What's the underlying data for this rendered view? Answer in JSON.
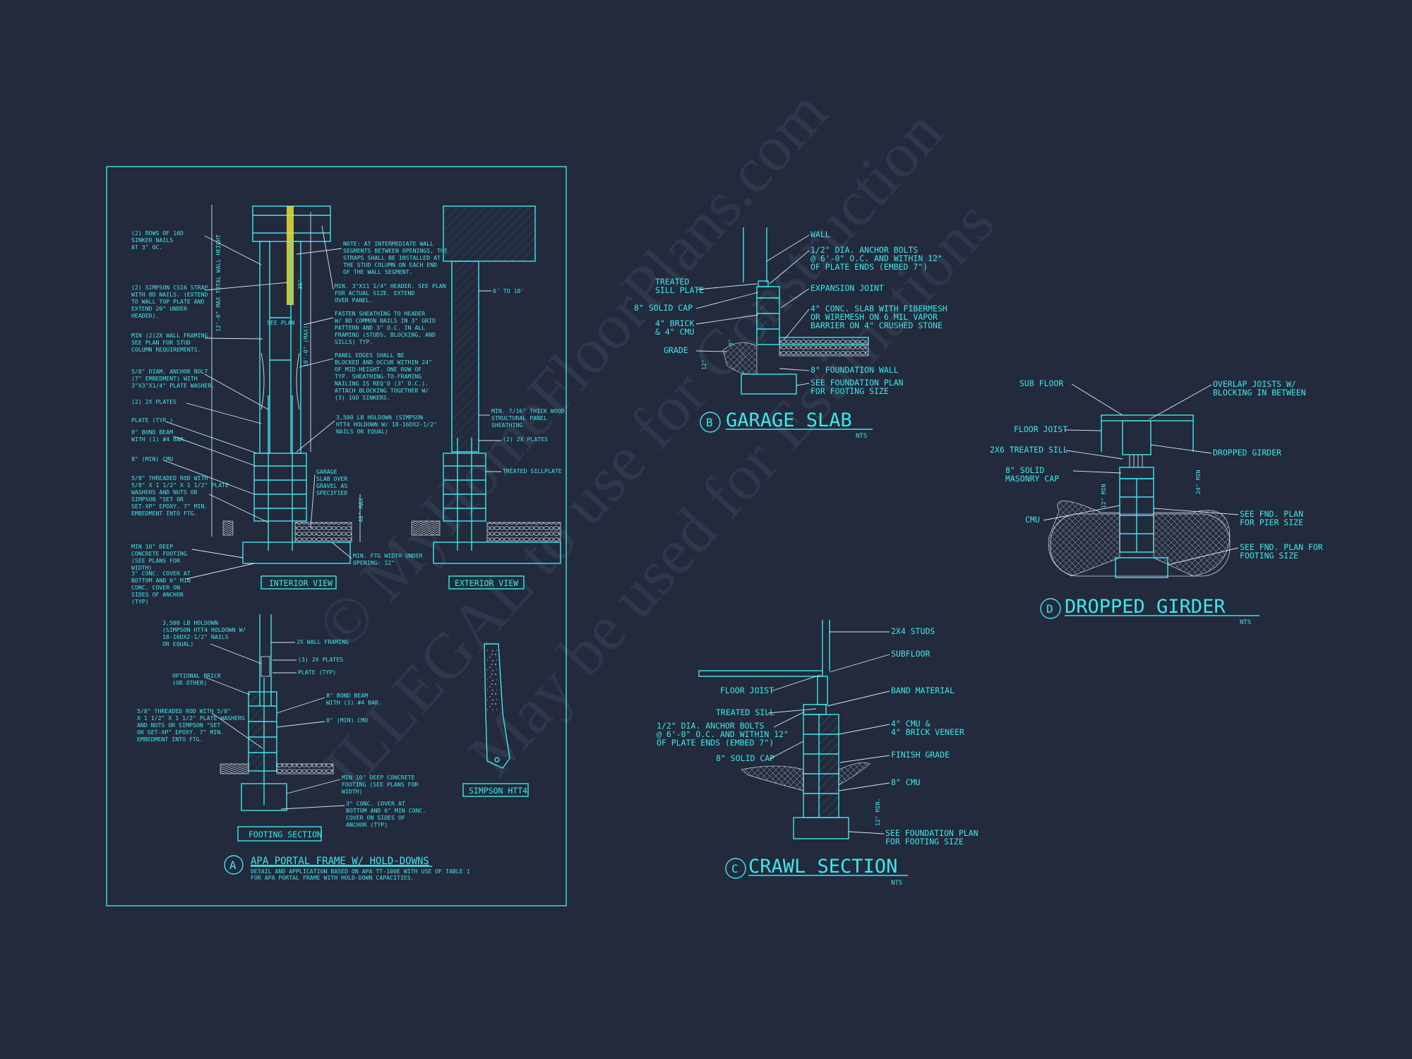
{
  "watermark": {
    "line1": "© MyHomeFloorPlans.com",
    "line2": "ILLEGAL to use for Construction",
    "line3": "May be used for Estimations"
  },
  "detail_a": {
    "letter": "A",
    "title": "APA PORTAL FRAME W/ HOLD-DOWNS",
    "note1": "DETAIL AND APPLICATION BASED ON APA TT-100E WITH USE OF TABLE 1",
    "note2": "FOR APA PORTAL FRAME WITH HOLD-DOWN CAPACITIES.",
    "interior_view": "INTERIOR VIEW",
    "exterior_view": "EXTERIOR VIEW",
    "footing_section": "FOOTING SECTION",
    "simpson": "SIMPSON HTT4",
    "labels_left": [
      [
        "(2) ROWS OF 16d",
        "SINKER NAILS",
        "AT 3\" OC."
      ],
      [
        "(2) SIMPSON CS16 STRAP",
        "WITH 8d NAILS. (EXTEND",
        "TO WALL TOP PLATE AND",
        "EXTEND 20\" UNDER",
        "HEADER)."
      ],
      [
        "MIN (2)2X WALL FRAMING.",
        "SEE PLAN FOR STUD",
        "COLUMN REQUIREMENTS."
      ],
      [
        "5/8\" DIAM. ANCHOR BOLT",
        "(7\" EMBEDMENT) WITH",
        "3\"x3\"x1/4\" PLATE WASHER."
      ],
      [
        "(2) 2x PLATES"
      ],
      [
        "PLATE (TYP.)"
      ],
      [
        "8\" BOND BEAM",
        "WITH (1) #4 BAR."
      ],
      [
        "8\" (MIN) CMU"
      ],
      [
        "5/8\" THREADED ROD WITH",
        "5/8\" x 1 1/2\" x 1 1/2\" PLATE",
        "WASHERS AND NUTS OR",
        "SIMPSON \"SET OR",
        "SET-XP\" EPOXY. 7\" MIN.",
        "EMBEDMENT INTO FTG."
      ],
      [
        "MIN 10\" DEEP",
        "CONCRETE FOOTING",
        "(SEE PLANS FOR",
        "WIDTH)"
      ],
      [
        "3\" CONC. COVER AT",
        "BOTTOM AND 6\" MIN",
        "CONC. COVER ON",
        "SIDES OF ANCHOR",
        "(TYP)"
      ]
    ],
    "labels_mid": [
      [
        "NOTE: AT INTERMEDIATE WALL",
        "SEGMENTS BETWEEN OPENINGS, THE",
        "STRAPS SHALL BE INSTALLED AT",
        "THE STUD COLUMN ON EACH END",
        "OF THE WALL SEGMENT."
      ],
      [
        "MIN. 3\"x11 1/4\" HEADER. SEE PLAN",
        "FOR ACTUAL SIZE. EXTEND",
        "OVER PANEL."
      ],
      [
        "FASTEN SHEATHING TO HEADER",
        "W/ 8d COMMON NAILS IN 3\" GRID",
        "PATTERN AND 3\" O.C. IN ALL",
        "FRAMING (STUDS, BLOCKING, AND",
        "SILLS) TYP."
      ],
      [
        "PANEL EDGES SHALL BE",
        "BLOCKED AND OCCUR WITHIN 24\"",
        "OF MID-HEIGHT. ONE ROW OF",
        "TYP. SHEATHING-TO-FRAMING",
        "NAILING IS REQ'D (3\" O.C.).",
        "ATTACH BLOCKING TOGETHER W/",
        "(3) 16d SINKERS."
      ],
      [
        "3,500 LB HOLDOWN (SIMPSON",
        "HTT4 HOLDOWN W/ 18-16dx2-1/2\"",
        "NAILS OR EQUAL)"
      ],
      [
        "GARAGE",
        "SLAB OVER",
        "GRAVEL AS",
        "SPECIFIED"
      ],
      [
        "MIN. FTG WIDTH UNDER",
        "OPENING: 12\""
      ]
    ],
    "labels_ext": [
      [
        "6' TO 18'"
      ],
      [
        "MIN. 7/16\" THICK WOOD",
        "STRUCTURAL PANEL",
        "SHEATHING"
      ],
      [
        "(2) 2x PLATES"
      ],
      [
        "TREATED SILLPLATE"
      ]
    ],
    "dims": [
      "12'-0\" MAX TOTAL WALL HEIGHT",
      "10'-0\" (MAX)",
      "SEE PLAN",
      "48\" MAX",
      "36\""
    ],
    "footing_labels": [
      [
        "3,500 LB HOLDOWN",
        "(SIMPSON HTT4 HOLDOWN W/",
        "18-16dx2-1/2\" NAILS",
        "OR EQUAL)"
      ],
      [
        "2X WALL FRAMING"
      ],
      [
        "(3) 2x PLATES"
      ],
      [
        "PLATE (TYP)"
      ],
      [
        "OPTIONAL BRICK",
        "(OR OTHER)"
      ],
      [
        "8\" BOND BEAM",
        "WITH (1) #4 BAR."
      ],
      [
        "8\" (MIN) CMU"
      ],
      [
        "5/8\" THREADED ROD WITH 5/8\"",
        "x 1 1/2\" x 1 1/2\" PLATE WASHERS",
        "AND NUTS OR SIMPSON \"SET",
        "OR SET-XP\" EPOXY. 7\" MIN.",
        "EMBEDMENT INTO FTG."
      ],
      [
        "MIN 10\" DEEP CONCRETE",
        "FOOTING (SEE PLANS FOR",
        "WIDTH)"
      ],
      [
        "3\" CONC. COVER AT",
        "BOTTOM AND 6\" MIN CONC.",
        "COVER ON SIDES OF",
        "ANCHOR (TYP)"
      ]
    ]
  },
  "detail_b": {
    "letter": "B",
    "title": "GARAGE SLAB",
    "scale": "NTS",
    "labels_left": [
      [
        "TREATED",
        "SILL PLATE"
      ],
      [
        "8\" SOLID CAP"
      ],
      [
        "4\" BRICK",
        "& 4\" CMU"
      ],
      [
        "GRADE"
      ]
    ],
    "labels_right": [
      [
        "WALL"
      ],
      [
        "1/2\" DIA. ANCHOR BOLTS",
        "@ 6'-0\" O.C. AND WITHIN 12\"",
        "OF PLATE ENDS (EMBED 7\")"
      ],
      [
        "EXPANSION JOINT"
      ],
      [
        "4\" CONC. SLAB WITH FIBERMESH",
        "OR WIREMESH ON 6 MIL VAPOR",
        "BARRIER ON 4\" CRUSHED STONE"
      ],
      [
        "8\" FOUNDATION WALL"
      ],
      [
        "SEE FOUNDATION PLAN",
        "FOR FOOTING SIZE"
      ]
    ],
    "dims": [
      "8\"",
      "12\""
    ]
  },
  "detail_c": {
    "letter": "C",
    "title": "CRAWL SECTION",
    "scale": "NTS",
    "labels_left": [
      [
        "FLOOR JOIST"
      ],
      [
        "TREATED SILL"
      ],
      [
        "1/2\" DIA. ANCHOR BOLTS",
        "@ 6'-0\" O.C. AND WITHIN 12\"",
        "OF PLATE ENDS (EMBED 7\")"
      ],
      [
        "8\" SOLID CAP"
      ]
    ],
    "labels_right": [
      [
        "2x4 STUDS"
      ],
      [
        "SUBFLOOR"
      ],
      [
        "BAND MATERIAL"
      ],
      [
        "4\" CMU &",
        "4\" BRICK VENEER"
      ],
      [
        "FINISH GRADE"
      ],
      [
        "8\" CMU"
      ],
      [
        "SEE FOUNDATION PLAN",
        "FOR FOOTING SIZE"
      ]
    ],
    "dims": [
      "12\" MIN."
    ]
  },
  "detail_d": {
    "letter": "D",
    "title": "DROPPED GIRDER",
    "scale": "NTS",
    "labels_left": [
      [
        "SUB FLOOR"
      ],
      [
        "FLOOR JOIST"
      ],
      [
        "2x6 TREATED SILL"
      ],
      [
        "8\" SOLID",
        "MASONRY CAP"
      ],
      [
        "CMU"
      ]
    ],
    "labels_right": [
      [
        "OVERLAP JOISTS W/",
        "BLOCKING IN BETWEEN"
      ],
      [
        "DROPPED GIRDER"
      ],
      [
        "SEE FND. PLAN",
        "FOR PIER SIZE"
      ],
      [
        "SEE FND. PLAN FOR",
        "FOOTING SIZE"
      ]
    ],
    "dims": [
      "12\" MIN",
      "24\" MIN"
    ]
  },
  "colors": {
    "background": "#222a3b",
    "linework": "#3fe6ee",
    "leader": "#cfe9f2",
    "highlight": "#e8e03a",
    "hatch": "#a9b3be"
  }
}
